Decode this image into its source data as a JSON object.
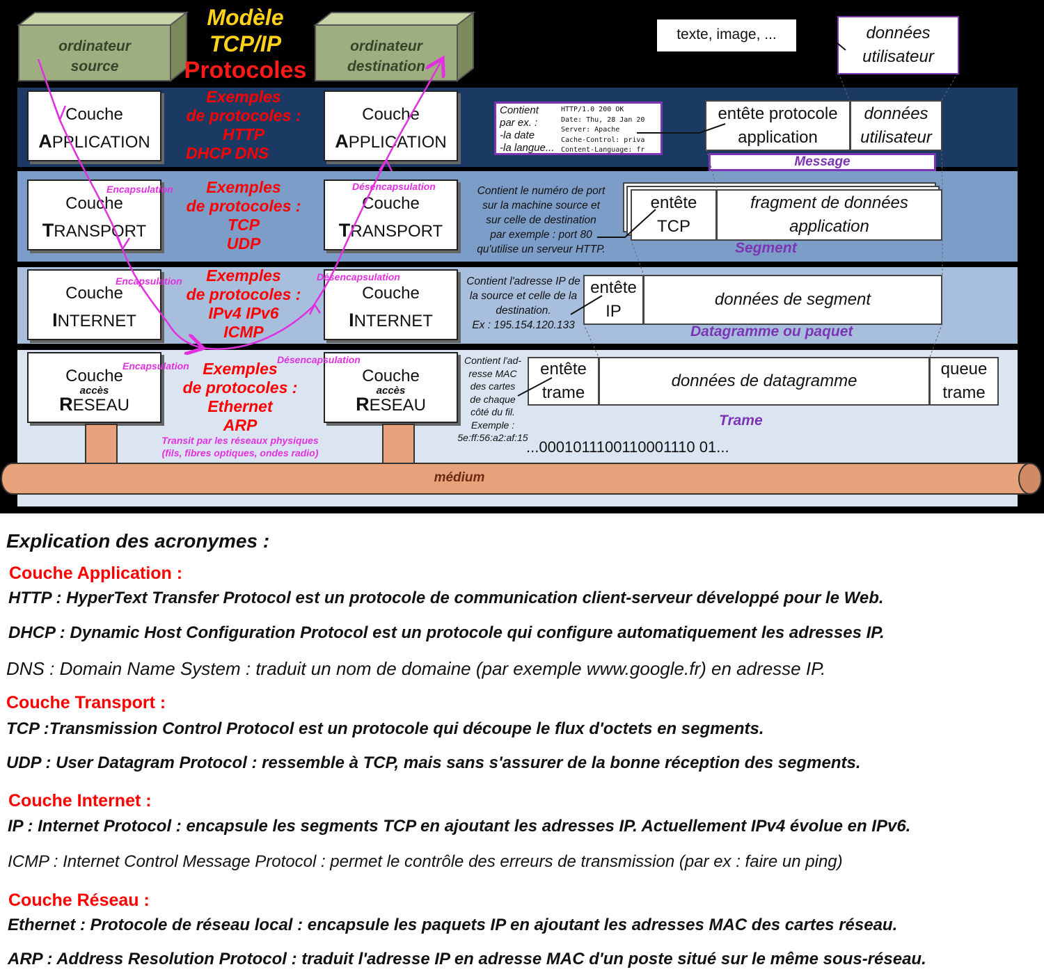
{
  "title": {
    "line1": "Modèle",
    "line2": "TCP/IP",
    "line3": "Protocoles"
  },
  "computers": {
    "source": [
      "ordinateur",
      "source"
    ],
    "destination": [
      "ordinateur",
      "destination"
    ]
  },
  "layers": {
    "application": {
      "word": "Couche",
      "initial": "A",
      "rest": "PPLICATION"
    },
    "transport": {
      "word": "Couche",
      "initial": "T",
      "rest": "RANSPORT"
    },
    "internet": {
      "word": "Couche",
      "initial": "I",
      "rest": "NTERNET"
    },
    "reseau": {
      "word": "Couche",
      "small": "accès",
      "initial": "R",
      "rest": "ESEAU"
    }
  },
  "protocol_examples": {
    "application": [
      "Exemples",
      "de protocoles :",
      "HTTP",
      "DHCP   DNS"
    ],
    "transport": [
      "Exemples",
      "de protocoles :",
      "TCP",
      "UDP"
    ],
    "internet": [
      "Exemples",
      "de protocoles :",
      "IPv4  IPv6",
      "ICMP"
    ],
    "reseau": [
      "Exemples",
      "de protocoles :",
      "Ethernet",
      "ARP"
    ]
  },
  "flow_labels": {
    "encapsulation": "Encapsulation",
    "desencapsulation": "Désencapsulation"
  },
  "transit_note": [
    "Transit par les réseaux physiques",
    "(fils, fibres optiques, ondes radio)"
  ],
  "medium": "médium",
  "bitstream": "...0001011100110001110 01...",
  "user_data_top": {
    "texte": "texte, image, ...",
    "donnees": [
      "données",
      "utilisateur"
    ]
  },
  "http_header": {
    "caption": [
      "Contient",
      "par ex. :",
      "-la date",
      "-la langue..."
    ],
    "lines": [
      "HTTP/1.0 200 OK",
      "Date: Thu, 28 Jan 20",
      "Server: Apache",
      "Cache-Control: priva",
      "Content-Language: fr"
    ]
  },
  "pdus": {
    "application": {
      "header": [
        "entête protocole",
        "application"
      ],
      "data": [
        "données",
        "utilisateur"
      ],
      "label": "Message"
    },
    "transport": {
      "header": [
        "entête",
        "TCP"
      ],
      "data": [
        "fragment de données",
        "application"
      ],
      "label": "Segment",
      "note": [
        "Contient le numéro de port",
        "sur la machine source et",
        "sur celle de destination",
        "par exemple : port 80",
        "qu'utilise un serveur HTTP."
      ]
    },
    "internet": {
      "header": [
        "entête",
        "IP"
      ],
      "data": "données de segment",
      "label_a": "Datagramme",
      "label_b": "ou paquet",
      "note": [
        "Contient l'adresse IP de",
        "la source et celle de la",
        "destination.",
        "Ex : 195.154.120.133"
      ]
    },
    "reseau": {
      "header": [
        "entête",
        "trame"
      ],
      "data": "données de datagramme",
      "trailer": [
        "queue",
        "trame"
      ],
      "label": "Trame",
      "note": [
        "Contient l'ad-",
        "resse MAC",
        "des cartes",
        "de chaque",
        "côté du fil.",
        "Exemple :",
        "5e:ff:56:a2:af:15"
      ]
    }
  },
  "glossary": {
    "title": "Explication des acronymes :",
    "sections": [
      {
        "heading": "Couche Application :",
        "lines": [
          "HTTP : HyperText Transfer Protocol est un protocole de communication client-serveur développé pour le Web.",
          "DHCP : Dynamic Host Configuration Protocol est un protocole qui configure automatiquement les adresses IP.",
          "DNS : Domain Name System : traduit un nom de domaine (par exemple www.google.fr) en adresse IP."
        ]
      },
      {
        "heading": "Couche Transport :",
        "lines": [
          "TCP :Transmission Control Protocol est un protocole qui découpe le flux d'octets en segments.",
          "UDP : User Datagram Protocol : ressemble à TCP, mais sans s'assurer de la bonne réception des segments."
        ]
      },
      {
        "heading": "Couche Internet :",
        "lines": [
          "IP : Internet Protocol : encapsule les segments TCP en ajoutant les adresses IP. Actuellement IPv4 évolue en IPv6.",
          "ICMP : Internet Control Message Protocol : permet le contrôle des erreurs de transmission (par ex : faire un ping)"
        ]
      },
      {
        "heading": "Couche Réseau :",
        "lines": [
          "Ethernet : Protocole de réseau local : encapsule les paquets IP en ajoutant les adresses MAC des cartes réseau.",
          "ARP : Address Resolution Protocol : traduit l'adresse IP en adresse MAC d'un poste situé sur le même sous-réseau."
        ]
      }
    ]
  },
  "colors": {
    "application_band": "#1b3a63",
    "transport_band": "#7c9dc8",
    "internet_band": "#a7bedd",
    "reseau_band": "#dbe5f1",
    "protocol_red": "#ff0000",
    "flow_magenta": "#e030e0",
    "pdu_purple": "#7b35b5",
    "cable": "#e7a27c",
    "computer": "#9fae80"
  }
}
